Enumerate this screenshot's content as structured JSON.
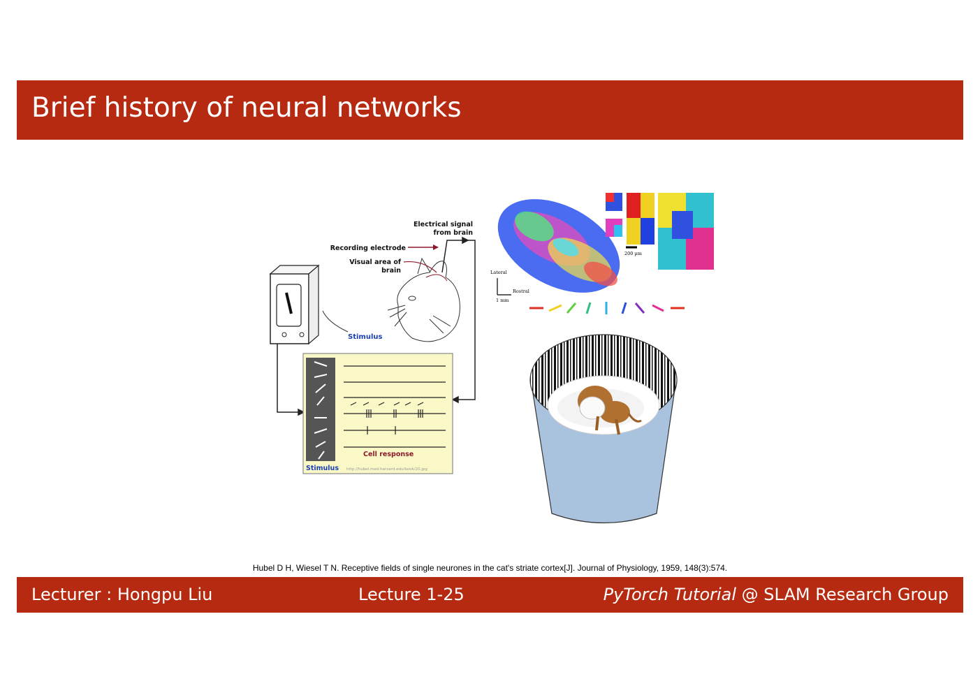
{
  "slide": {
    "title": "Brief history of neural networks"
  },
  "figure": {
    "left_panel": {
      "label_signal_line1": "Electrical signal",
      "label_signal_line2": "from brain",
      "label_electrode": "Recording electrode",
      "label_visual_line1": "Visual area of",
      "label_visual_line2": "brain",
      "label_stimulus_top": "Stimulus",
      "label_cell_response": "Cell response",
      "label_stimulus_bottom": "Stimulus",
      "label_url": "http://hubel.med.harvard.edu/book/20.jpg"
    },
    "map_panel": {
      "label_scale": "200 µm",
      "label_lateral": "Lateral",
      "label_rostral": "Rostral",
      "label_mm": "1 mm"
    }
  },
  "citation": "Hubel D H, Wiesel T N. Receptive fields of single neurones in the cat's striate cortex[J]. Journal of Physiology, 1959, 148(3):574.",
  "footer": {
    "lecturer": "Lecturer : Hongpu Liu",
    "lecture": "Lecture 1-25",
    "tutorial": "PyTorch Tutorial",
    "group": " @ SLAM Research Group"
  },
  "colors": {
    "accent": "#b52a10",
    "stimulus_blue": "#1a3fb5",
    "response_red": "#8b1a2a"
  }
}
